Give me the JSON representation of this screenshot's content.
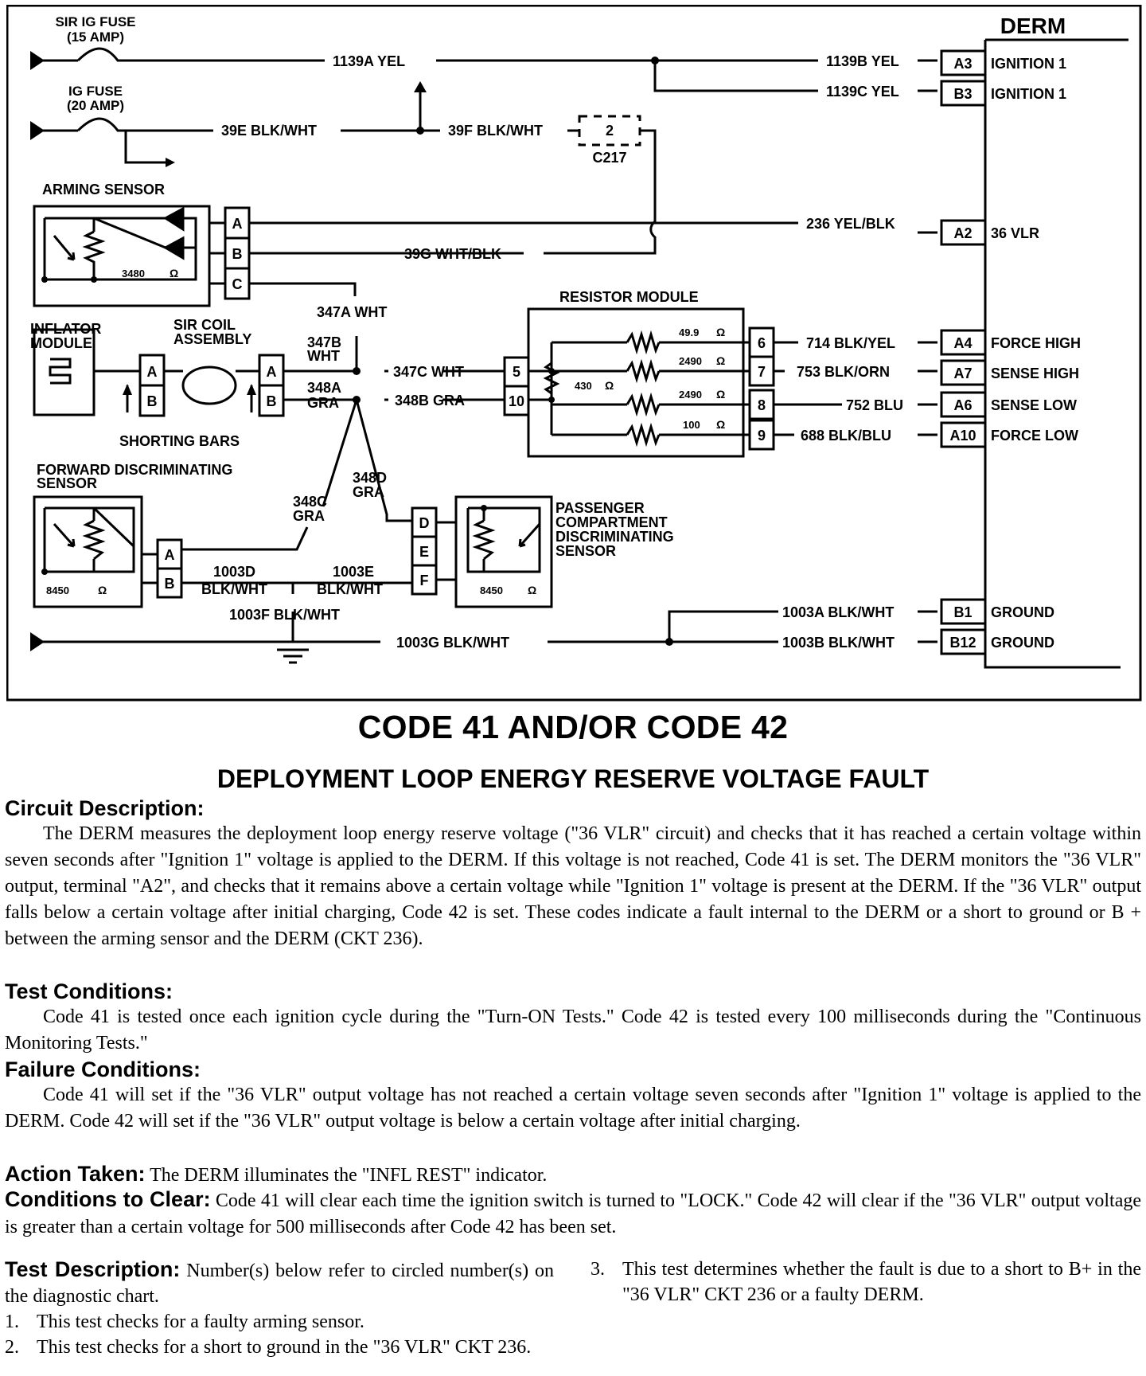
{
  "diagram": {
    "derm": "DERM",
    "sir_ig_fuse": [
      "SIR IG FUSE",
      "(15 AMP)"
    ],
    "ig_fuse": [
      "IG FUSE",
      "(20 AMP)"
    ],
    "w_1139a": "1139A YEL",
    "w_39e": "39E BLK/WHT",
    "w_39f": "39F BLK/WHT",
    "conn_2": "2",
    "c217": "C217",
    "w_1139b": "1139B YEL",
    "w_1139c": "1139C YEL",
    "term_a3": "A3",
    "term_b3": "B3",
    "ignition_1a": "IGNITION 1",
    "ignition_1b": "IGNITION 1",
    "arming_sensor": "ARMING SENSOR",
    "arm_res": "3480",
    "ohm": "Ω",
    "pin_a": "A",
    "pin_b": "B",
    "pin_c": "C",
    "w_236": "236 YEL/BLK",
    "term_a2": "A2",
    "vlr_36": "36 VLR",
    "w_39g": "39G WHT/BLK",
    "resistor_module": "RESISTOR MODULE",
    "w_347a": "347A WHT",
    "inflator_module": [
      "INFLATOR",
      "MODULE"
    ],
    "sir_coil": [
      "SIR COIL",
      "ASSEMBLY"
    ],
    "w_347b": [
      "347B",
      "WHT"
    ],
    "w_348a": [
      "348A",
      "GRA"
    ],
    "w_347c": "347C WHT",
    "w_348b": "348B GRA",
    "shorting_bars": "SHORTING BARS",
    "rm_pin_5": "5",
    "rm_pin_10": "10",
    "rm_res_430": "430",
    "res_values": [
      "49.9",
      "2490",
      "2490",
      "100"
    ],
    "rm_pins": [
      "6",
      "7",
      "8",
      "9"
    ],
    "rm_wires": [
      "714 BLK/YEL",
      "753 BLK/ORN",
      "752 BLU",
      "688 BLK/BLU"
    ],
    "rm_terms": [
      "A4",
      "A7",
      "A6",
      "A10"
    ],
    "rm_labels": [
      "FORCE HIGH",
      "SENSE HIGH",
      "SENSE LOW",
      "FORCE LOW"
    ],
    "fwd_sensor": [
      "FORWARD DISCRIMINATING",
      "SENSOR"
    ],
    "w_348c": [
      "348C",
      "GRA"
    ],
    "w_348d": [
      "348D",
      "GRA"
    ],
    "pin_d": "D",
    "pin_e": "E",
    "pin_f": "F",
    "pass_sensor": [
      "PASSENGER",
      "COMPARTMENT",
      "DISCRIMINATING",
      "SENSOR"
    ],
    "disc_res": "8450",
    "w_1003d": [
      "1003D",
      "BLK/WHT"
    ],
    "w_1003e": [
      "1003E",
      "BLK/WHT"
    ],
    "w_1003f": "1003F BLK/WHT",
    "w_1003g": "1003G BLK/WHT",
    "w_1003a": "1003A BLK/WHT",
    "w_1003b": "1003B BLK/WHT",
    "term_b1": "B1",
    "term_b12": "B12",
    "ground_a": "GROUND",
    "ground_b": "GROUND"
  },
  "title": "CODE 41 AND/OR CODE 42",
  "subtitle": "DEPLOYMENT LOOP ENERGY RESERVE VOLTAGE FAULT",
  "circuit_description": {
    "heading": "Circuit Description:",
    "text": "The DERM measures the deployment loop energy reserve voltage (\"36 VLR\" circuit) and checks that it has reached a certain voltage within seven seconds after \"Ignition 1\" voltage is applied to the DERM.  If this voltage is not reached, Code 41 is set.  The DERM monitors the \"36 VLR\" output, terminal \"A2\", and checks that it remains above a certain voltage while \"Ignition 1\" voltage is present at the DERM.  If the \"36 VLR\" output falls below a certain voltage after initial charging, Code 42 is set.  These codes indicate a fault internal to the DERM or a short to ground or B + between the arming sensor and the DERM (CKT 236)."
  },
  "test_conditions": {
    "heading": "Test Conditions:",
    "text": "Code 41 is tested once each ignition cycle during the \"Turn-ON Tests.\"  Code 42 is tested every 100 milliseconds during the \"Continuous Monitoring Tests.\""
  },
  "failure_conditions": {
    "heading": "Failure Conditions:",
    "text": "Code 41 will set if the \"36 VLR\" output voltage has not reached a certain voltage seven seconds after \"Ignition 1\" voltage is applied to the DERM.  Code 42 will set if the \"36 VLR\" output voltage is below a certain voltage after initial charging."
  },
  "action_taken": {
    "heading": "Action Taken:",
    "text": "The DERM illuminates the \"INFL REST\" indicator."
  },
  "conditions_to_clear": {
    "heading": "Conditions to Clear:",
    "text": "Code 41 will clear each time the ignition switch is turned to \"LOCK.\"  Code 42 will clear if the \"36 VLR\" output voltage is greater than a certain voltage for 500 milliseconds after Code 42 has been set."
  },
  "test_description": {
    "heading": "Test Description:",
    "intro": "Number(s) below refer to circled number(s) on the diagnostic chart.",
    "items": [
      {
        "num": "1.",
        "text": "This test checks for a faulty arming sensor."
      },
      {
        "num": "2.",
        "text": "This test checks for a short to ground in the \"36 VLR\" CKT 236."
      },
      {
        "num": "3.",
        "text": "This test determines whether the fault is due to a short to B+ in the \"36 VLR\" CKT 236 or a faulty DERM."
      }
    ]
  }
}
